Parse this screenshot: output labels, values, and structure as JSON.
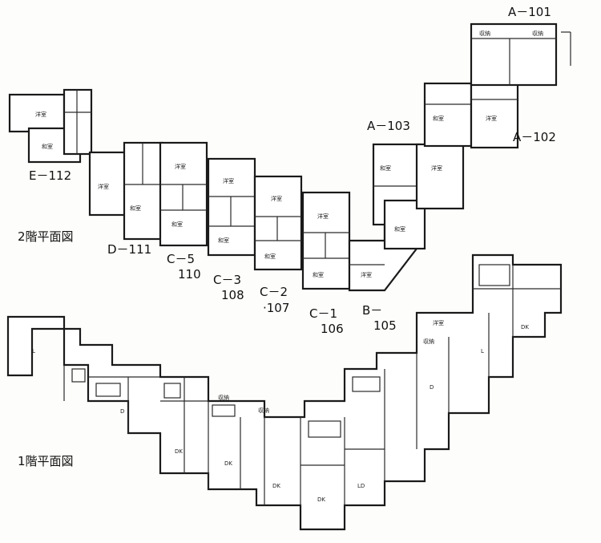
{
  "floor_titles": {
    "second": "2階平面図",
    "first": "1階平面図"
  },
  "unit_labels": {
    "a101": "A－101",
    "a102": "A－102",
    "a103": "A－103",
    "b105": "B－",
    "b105_num": "105",
    "c1": "C－1",
    "c1_num": "106",
    "c2": "C－2",
    "c2_num": "·107",
    "c3": "C－3",
    "c3_num": "108",
    "c5": "C－5",
    "c5_num": "110",
    "d111": "D－111",
    "e112": "E－112"
  },
  "room_labels": {
    "yoshitsu": "洋室",
    "washitsu": "和室",
    "shunou": "収納",
    "dk": "DK",
    "ld": "LD",
    "l": "L",
    "d": "D"
  },
  "colors": {
    "ink": "#1a1a1a",
    "paper": "#fdfdfb"
  }
}
